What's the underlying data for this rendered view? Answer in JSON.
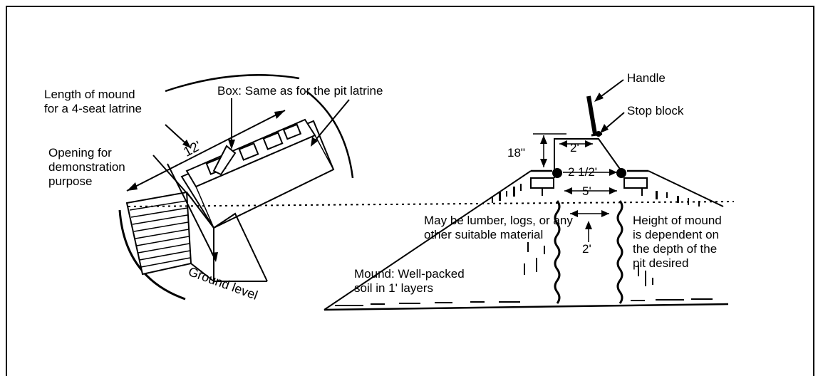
{
  "labels": {
    "length_of_mound": "Length of mound\nfor a 4-seat latrine",
    "box": "Box: Same as for the pit latrine",
    "opening": "Opening for\ndemonstration\npurpose",
    "twelve_ft": "12'",
    "ground_level": "Ground level",
    "handle": "Handle",
    "stop_block": "Stop block",
    "eighteen_in": "18\"",
    "two_ft_top": "2'",
    "two_half": "2 1/2'",
    "five_ft": "5'",
    "lumber": "May be lumber, logs, or any\nother suitable material",
    "two_ft_pit": "2'",
    "height_of_mound": "Height of mound\nis dependent on\nthe depth of the\npit desired",
    "mound_soil": "Mound: Well-packed\nsoil in 1' layers"
  },
  "colors": {
    "ink": "#000000",
    "paper": "#ffffff"
  }
}
